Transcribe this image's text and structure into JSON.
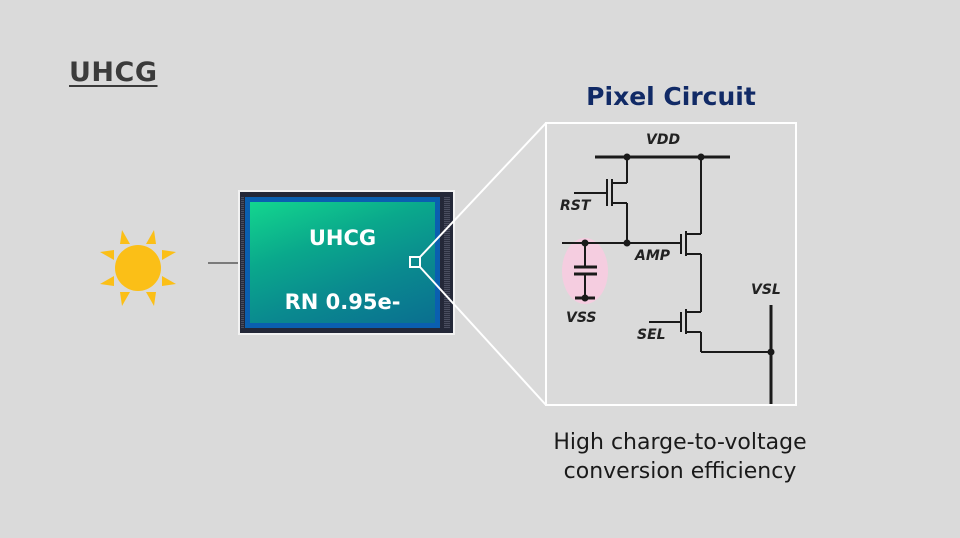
{
  "heading": "UHCG",
  "sensor": {
    "title": "UHCG",
    "read_noise": "RN 0.95e-",
    "die_gradient_start": "#13d68e",
    "die_gradient_end": "#0a6f90",
    "frame_blue": "#0a5fb0"
  },
  "light_source": {
    "icon": "sun-icon",
    "color": "#fbbf17"
  },
  "pixel_circuit": {
    "title": "Pixel Circuit",
    "title_color": "#112a66",
    "labels": {
      "vdd": "VDD",
      "rst": "RST",
      "amp": "AMP",
      "vss": "VSS",
      "sel": "SEL",
      "vsl": "VSL"
    },
    "highlight_color": "#f5cde0"
  },
  "caption": {
    "line1": "High charge-to-voltage",
    "line2": "conversion efficiency"
  }
}
